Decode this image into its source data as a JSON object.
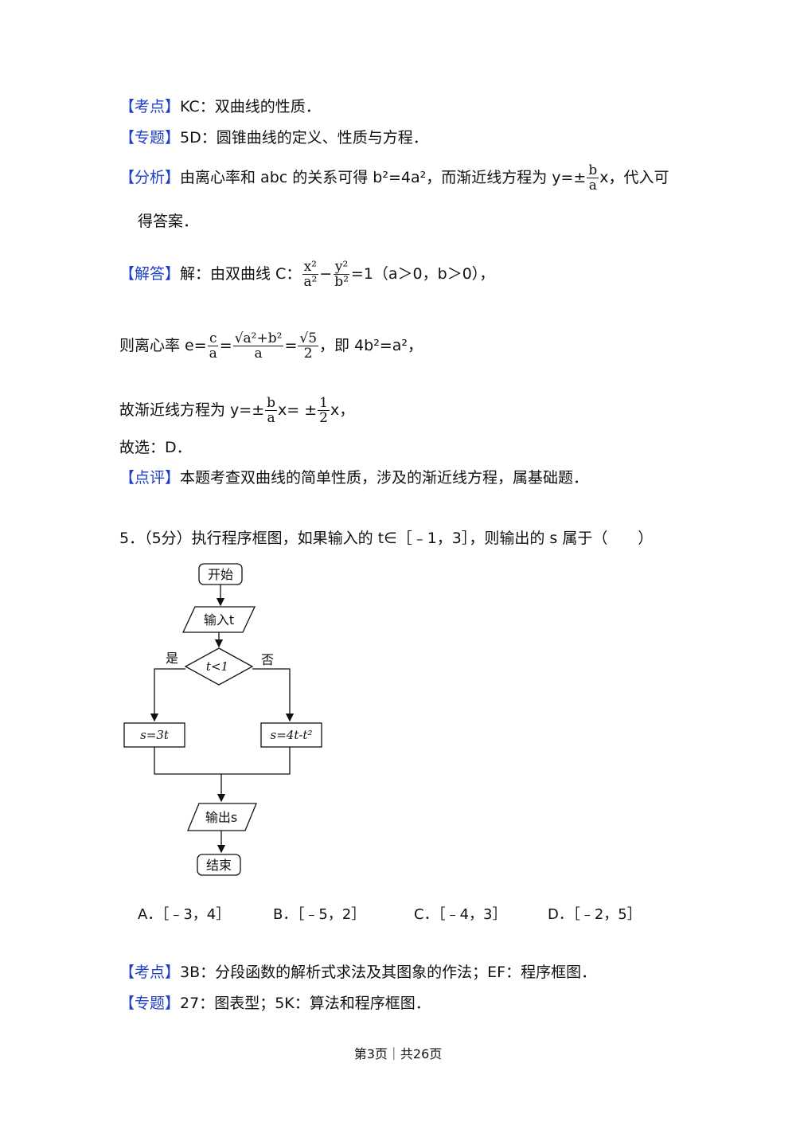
{
  "q4_analysis": {
    "kaodian": {
      "tag": "【考点】",
      "text": "KC：双曲线的性质．"
    },
    "zhuanti": {
      "tag": "【专题】",
      "text": "5D：圆锥曲线的定义、性质与方程．"
    },
    "fenxi": {
      "tag": "【分析】",
      "text_a": "由离心率和 abc 的关系可得 b²=4a²，而渐近线方程为 y=±",
      "frac_num": "b",
      "frac_den": "a",
      "text_b": "x，代入可",
      "text_c": "得答案．"
    },
    "jieda": {
      "tag": "【解答】",
      "text": "解：由双曲线 C：",
      "frac1_num": "x²",
      "frac1_den": "a²",
      "minus": "−",
      "frac2_num": "y²",
      "frac2_den": "b²",
      "rhs": "=1（a＞0，b＞0），"
    },
    "ecc": {
      "text_a": "则离心率 e=",
      "f1_num": "c",
      "f1_den": "a",
      "eq1": "=",
      "f2_num": "√a²+b²",
      "f2_den": "a",
      "eq2": "=",
      "f3_num": "√5",
      "f3_den": "2",
      "text_b": "，即 4b²=a²，"
    },
    "asym": {
      "text_a": "故渐近线方程为 y=±",
      "f1_num": "b",
      "f1_den": "a",
      "mid": "x= ±",
      "f2_num": "1",
      "f2_den": "2",
      "text_b": "x，"
    },
    "select": "故选：D．",
    "dianping": {
      "tag": "【点评】",
      "text": "本题考查双曲线的简单性质，涉及的渐近线方程，属基础题．"
    }
  },
  "q5": {
    "stem": "5．（5分）执行程序框图，如果输入的 t∈［﹣1，3］，则输出的 s 属于（　　）",
    "flow": {
      "start": "开始",
      "input": "输入t",
      "cond": "t<1",
      "yes": "是",
      "no": "否",
      "left_box": "s=3t",
      "right_box": "s=4t-t²",
      "output": "输出s",
      "end": "结束"
    },
    "choices": [
      "A．［﹣3，4］",
      "B．［﹣5，2］",
      "C．［﹣4，3］",
      "D．［﹣2，5］"
    ],
    "kaodian": {
      "tag": "【考点】",
      "text": "3B：分段函数的解析式求法及其图象的作法；EF：程序框图．"
    },
    "zhuanti": {
      "tag": "【专题】",
      "text": "27：图表型；5K：算法和程序框图．"
    }
  },
  "footer": "第3页｜共26页",
  "colors": {
    "tag": "#1f3fc4"
  }
}
